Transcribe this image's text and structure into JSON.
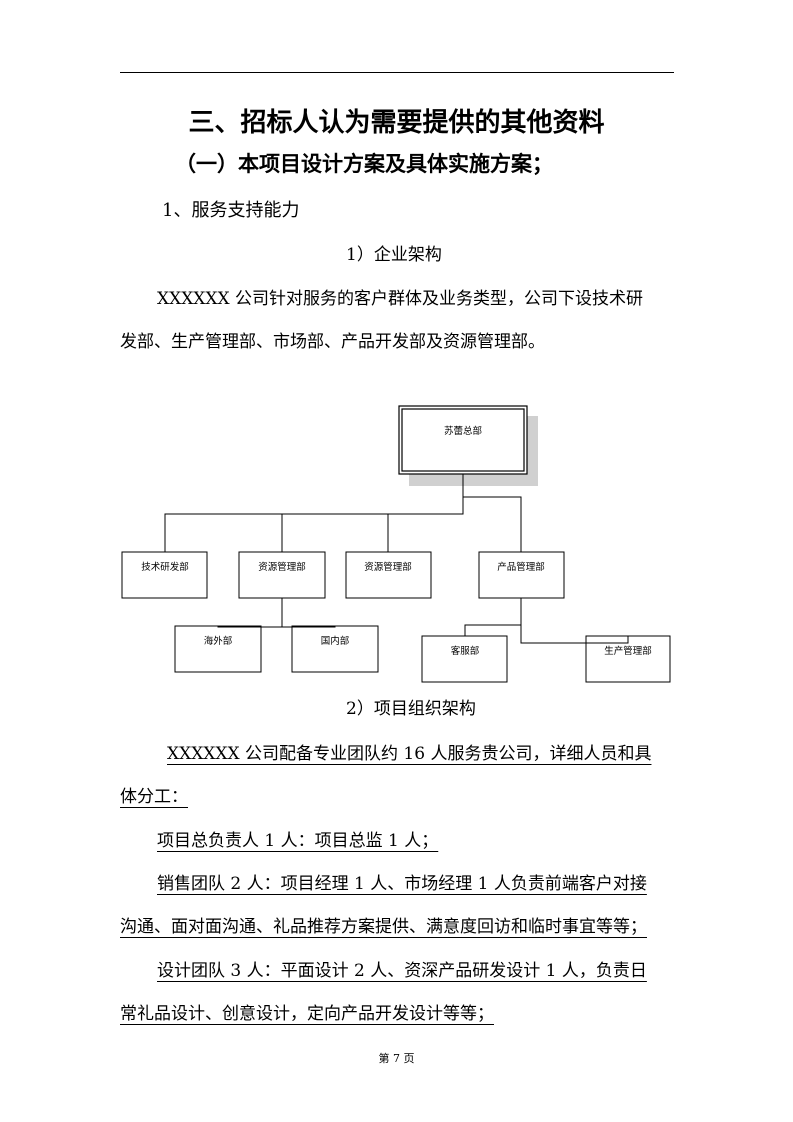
{
  "section_title": "三、招标人认为需要提供的其他资料",
  "subsection_title": "（一）本项目设计方案及具体实施方案；",
  "heading_1": "1、服务支持能力",
  "heading_1_1": "1）企业架构",
  "para_1": [
    "XXXXXX 公司针对服务的客户群体及业务类型，公司下设技术研",
    "发部、生产管理部、市场部、产品开发部及资源管理部。"
  ],
  "org_chart": {
    "root": "苏蕾总部",
    "level1": [
      "技术研发部",
      "资源管理部",
      "资源管理部",
      "产品管理部"
    ],
    "resource_children": [
      "海外部",
      "国内部"
    ],
    "product_children": [
      "客服部",
      "生产管理部"
    ]
  },
  "heading_1_2": "2）项目组织架构",
  "para_2": [
    "XXXXXX 公司配备专业团队约 16 人服务贵公司，详细人员和具",
    "体分工："
  ],
  "para_3": "项目总负责人 1 人：项目总监 1 人；",
  "para_4": [
    "销售团队 2 人：项目经理 1 人、市场经理 1 人负责前端客户对接",
    "沟通、面对面沟通、礼品推荐方案提供、满意度回访和临时事宜等等；"
  ],
  "para_5": [
    "设计团队 3 人：平面设计 2 人、资深产品研发设计 1 人，负责日",
    "常礼品设计、创意设计，定向产品开发设计等等；"
  ],
  "page_number": "第 7 页"
}
